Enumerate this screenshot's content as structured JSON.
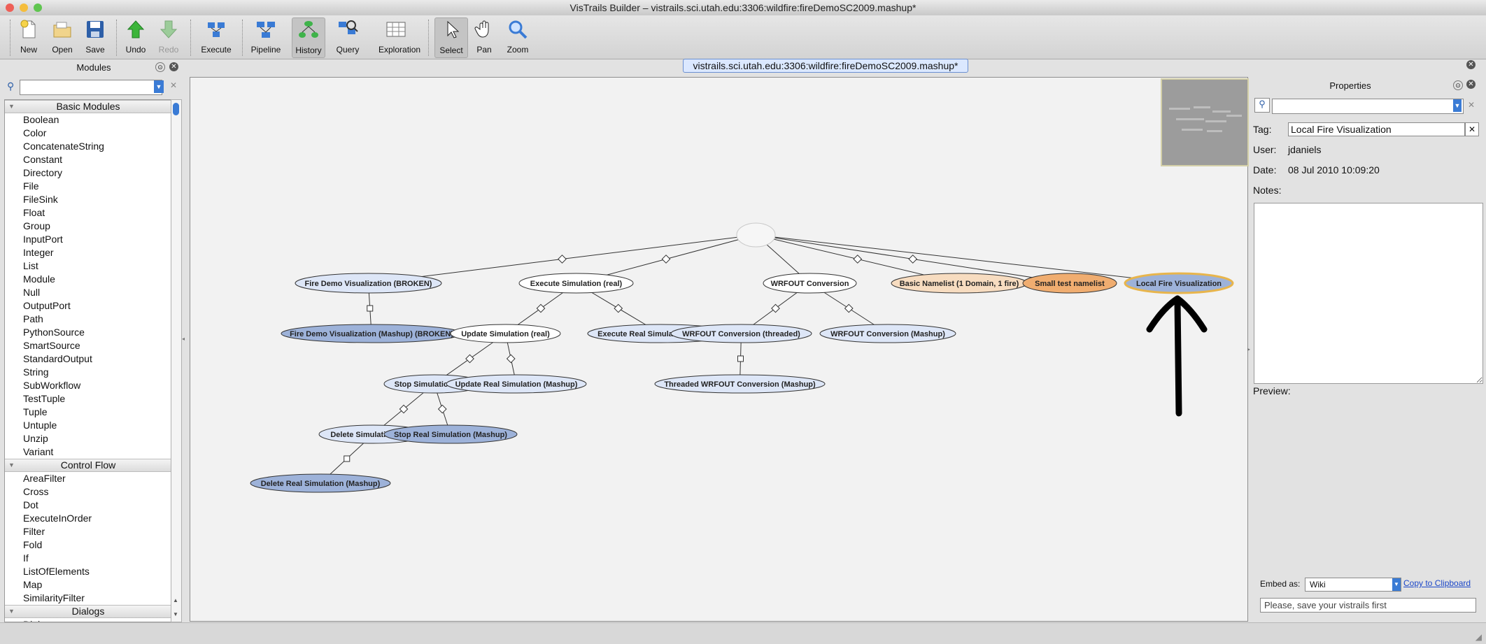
{
  "window": {
    "title": "VisTrails Builder – vistrails.sci.utah.edu:3306:wildfire:fireDemoSC2009.mashup*"
  },
  "toolbar": [
    {
      "label": "New",
      "icon": "new-file-icon"
    },
    {
      "label": "Open",
      "icon": "open-folder-icon"
    },
    {
      "label": "Save",
      "icon": "save-floppy-icon"
    },
    {
      "label": "Undo",
      "icon": "undo-arrow-icon"
    },
    {
      "label": "Redo",
      "icon": "redo-arrow-icon"
    },
    {
      "label": "Execute",
      "icon": "execute-icon"
    },
    {
      "label": "Pipeline",
      "icon": "pipeline-icon"
    },
    {
      "label": "History",
      "icon": "history-tree-icon"
    },
    {
      "label": "Query",
      "icon": "query-icon"
    },
    {
      "label": "Exploration",
      "icon": "exploration-grid-icon"
    },
    {
      "label": "Select",
      "icon": "select-cursor-icon"
    },
    {
      "label": "Pan",
      "icon": "pan-hand-icon"
    },
    {
      "label": "Zoom",
      "icon": "zoom-magnifier-icon"
    }
  ],
  "modules_panel": {
    "title": "Modules",
    "search_placeholder": "",
    "categories": [
      {
        "name": "Basic Modules",
        "items": [
          "Boolean",
          "Color",
          "ConcatenateString",
          "Constant",
          "Directory",
          "File",
          "FileSink",
          "Float",
          "Group",
          "InputPort",
          "Integer",
          "List",
          "Module",
          "Null",
          "OutputPort",
          "Path",
          "PythonSource",
          "SmartSource",
          "StandardOutput",
          "String",
          "SubWorkflow",
          "TestTuple",
          "Tuple",
          "Untuple",
          "Unzip",
          "Variant"
        ]
      },
      {
        "name": "Control Flow",
        "items": [
          "AreaFilter",
          "Cross",
          "Dot",
          "ExecuteInOrder",
          "Filter",
          "Fold",
          "If",
          "ListOfElements",
          "Map",
          "SimilarityFilter"
        ]
      },
      {
        "name": "Dialogs",
        "items": [
          "Dialogs"
        ]
      }
    ]
  },
  "canvas": {
    "tab_title": "vistrails.sci.utah.edu:3306:wildfire:fireDemoSC2009.mashup*",
    "nodes": [
      {
        "label": "",
        "style": "root"
      },
      {
        "label": "Fire Demo Visualization (BROKEN)",
        "style": "light"
      },
      {
        "label": "Fire Demo Visualization (Mashup) (BROKEN)",
        "style": "dark"
      },
      {
        "label": "Execute Simulation (real)",
        "style": "white"
      },
      {
        "label": "Update Simulation (real)",
        "style": "white"
      },
      {
        "label": "Execute Real Simulation (Mashup)",
        "style": "light"
      },
      {
        "label": "Stop Simulation (real)",
        "style": "light"
      },
      {
        "label": "Update Real Simulation (Mashup)",
        "style": "light"
      },
      {
        "label": "Delete Simulation (real)",
        "style": "light"
      },
      {
        "label": "Stop Real Simulation (Mashup)",
        "style": "dark"
      },
      {
        "label": "Delete Real Simulation (Mashup)",
        "style": "dark"
      },
      {
        "label": "WRFOUT Conversion",
        "style": "white"
      },
      {
        "label": "WRFOUT Conversion (threaded)",
        "style": "light"
      },
      {
        "label": "WRFOUT Conversion (Mashup)",
        "style": "light"
      },
      {
        "label": "Threaded WRFOUT Conversion (Mashup)",
        "style": "light"
      },
      {
        "label": "Basic Namelist (1 Domain, 1 fire)",
        "style": "peach"
      },
      {
        "label": "Small test namelist",
        "style": "orange"
      },
      {
        "label": "Local Fire Visualization",
        "style": "selected"
      }
    ]
  },
  "properties_panel": {
    "title": "Properties",
    "tag_label": "Tag:",
    "tag_value": "Local Fire Visualization",
    "user_label": "User:",
    "user_value": "jdaniels",
    "date_label": "Date:",
    "date_value": "08 Jul 2010 10:09:20",
    "notes_label": "Notes:",
    "preview_label": "Preview:",
    "embed_label": "Embed as:",
    "embed_value": "Wiki",
    "copy_link": "Copy to Clipboard",
    "save_message": "Please, save your vistrails first"
  },
  "colors": {
    "node_light": "#dde6f7",
    "node_dark": "#9db2d9",
    "node_peach": "#f7dcc0",
    "node_orange": "#f0ad70",
    "selected_border": "#e8b54c"
  }
}
